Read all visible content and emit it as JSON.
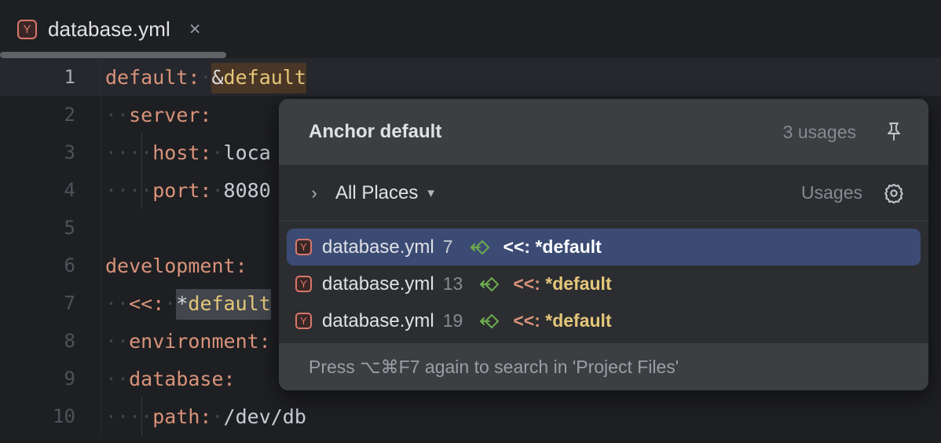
{
  "tab": {
    "icon": "yaml-file-icon",
    "icon_letter": "Y",
    "title": "database.yml",
    "close_label": "×"
  },
  "editor": {
    "lines": [
      {
        "num": "1",
        "current": true,
        "indent_guides": []
      },
      {
        "num": "2",
        "current": false,
        "indent_guides": []
      },
      {
        "num": "3",
        "current": false,
        "indent_guides": [
          180
        ]
      },
      {
        "num": "4",
        "current": false,
        "indent_guides": [
          180
        ]
      },
      {
        "num": "5",
        "current": false,
        "indent_guides": []
      },
      {
        "num": "6",
        "current": false,
        "indent_guides": []
      },
      {
        "num": "7",
        "current": false,
        "indent_guides": []
      },
      {
        "num": "8",
        "current": false,
        "indent_guides": []
      },
      {
        "num": "9",
        "current": false,
        "indent_guides": []
      },
      {
        "num": "10",
        "current": false,
        "indent_guides": [
          180
        ]
      }
    ],
    "code": {
      "line1_key": "default:",
      "line1_amp": "&",
      "line1_anchor": "default",
      "line2_key": "server:",
      "line3_key": "host:",
      "line3_val": "loca",
      "line4_key": "port:",
      "line4_val": "8080",
      "line6_key": "development:",
      "line7_merge": "<<:",
      "line7_star": "*",
      "line7_alias": "default",
      "line8_key": "environment:",
      "line9_key": "database:",
      "line10_key": "path:",
      "line10_val": "/dev/db"
    }
  },
  "popup": {
    "title": "Anchor default",
    "usage_count": "3 usages",
    "pin_icon": "pin-icon",
    "toolbar": {
      "expand_icon": "chevron-right-icon",
      "scope_label": "All Places",
      "dropdown_icon": "chevron-down-icon",
      "usages_label": "Usages",
      "settings_icon": "gear-icon"
    },
    "results": [
      {
        "icon_letter": "Y",
        "file": "database.yml",
        "line": "7",
        "usage_icon": "usage-read-arrow-icon",
        "snippet_merge": "<<: ",
        "snippet_alias": "*default",
        "selected": true
      },
      {
        "icon_letter": "Y",
        "file": "database.yml",
        "line": "13",
        "usage_icon": "usage-read-arrow-icon",
        "snippet_merge": "<<: ",
        "snippet_alias": "*default",
        "selected": false
      },
      {
        "icon_letter": "Y",
        "file": "database.yml",
        "line": "19",
        "usage_icon": "usage-read-arrow-icon",
        "snippet_merge": "<<: ",
        "snippet_alias": "*default",
        "selected": false
      }
    ],
    "footer": "Press ⌥⌘F7 again to search in 'Project Files'"
  },
  "colors": {
    "editor_bg": "#1e1f22",
    "popup_bg": "#2b2d30",
    "popup_header_bg": "#3c3f41",
    "selection_blue": "#3b4b74",
    "anchor_yellow": "#e4c77a",
    "key_salmon": "#d9937a",
    "usage_green": "#6aa84f",
    "icon_red": "#d9776b"
  }
}
